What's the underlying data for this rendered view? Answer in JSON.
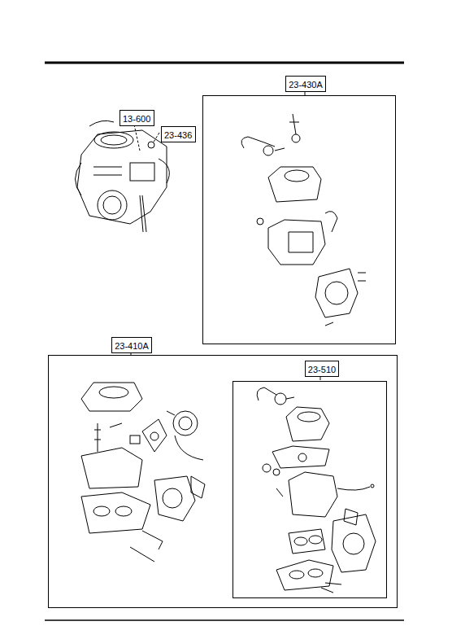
{
  "diagram": {
    "nodes": [
      {
        "text": [
          "23-430A"
        ]
      },
      {
        "text": [
          "13-600"
        ]
      },
      {
        "text": [
          "23-436"
        ]
      },
      {
        "text": [
          "23-410A"
        ]
      },
      {
        "text": [
          "23-510"
        ],
        "in": 3
      }
    ]
  }
}
